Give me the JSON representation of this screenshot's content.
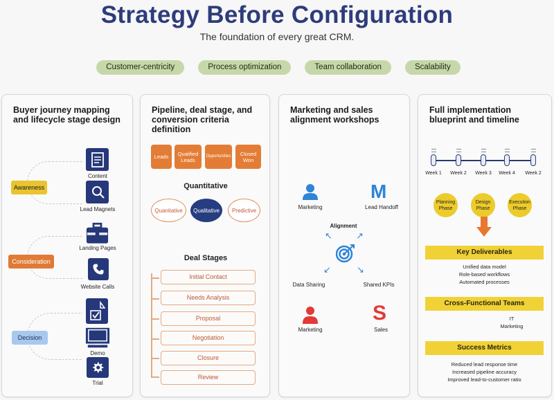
{
  "header": {
    "title": "Strategy Before Configuration",
    "subtitle": "The foundation of every great CRM."
  },
  "pills": [
    "Customer-centricity",
    "Process optimization",
    "Team collaboration",
    "Scalability"
  ],
  "panels": {
    "journey": {
      "title": "Buyer journey mapping and lifecycle stage design",
      "stages": [
        "Awareness",
        "Consideration",
        "Decision"
      ],
      "items": [
        "Content",
        "Lead Magnets",
        "Landing Pages",
        "Website Calls",
        "",
        "Demo",
        "Trial"
      ]
    },
    "pipeline": {
      "title": "Pipeline, deal stage, and conversion criteria definition",
      "funnel": [
        "Leads",
        "Qualified Leads",
        "Opportunities",
        "Closed Won"
      ],
      "quant_heading": "Quantitative",
      "ovals": [
        "Quanitative",
        "Qualitative",
        "Predictive"
      ],
      "deal_heading": "Deal Stages",
      "deal_stages": [
        "Initial Contact",
        "Needs Analysis",
        "Proposal",
        "Negotiation",
        "Closure",
        "Review"
      ]
    },
    "alignment": {
      "title": "Marketing and sales alignment workshops",
      "top_left": "Marketing",
      "top_right": "Lead Handoff",
      "center": "Alignment",
      "bottom_left_label": "Data Sharing",
      "bottom_right_label": "Shared KPIs",
      "bottom_left": "Marketing",
      "bottom_right": "Sales",
      "icon_m": "M",
      "icon_s": "S"
    },
    "blueprint": {
      "title": "Full implementation blueprint and timeline",
      "weeks": [
        "Week 1",
        "Week 2",
        "Week 3",
        "Week 4",
        "Week 2"
      ],
      "phases": [
        "Planning Phase",
        "Design Phase",
        "Execution Phase"
      ],
      "deliverables_title": "Key Deliverables",
      "deliverables": [
        "Unified data model",
        "Role-based workflows",
        "Automated processes"
      ],
      "teams_title": "Cross-Functional Teams",
      "teams": [
        "IT",
        "Marketing"
      ],
      "metrics_title": "Success Metrics",
      "metrics": [
        "Reduced lead response time",
        "Increased pipeline accuracy",
        "Improved lead-to-customer ratio"
      ]
    }
  },
  "colors": {
    "title": "#2e3c7a",
    "pill": "#c6d8a9",
    "navy": "#26387a",
    "orange": "#e37d36",
    "yellow": "#eccb2d",
    "blue": "#2e84d6",
    "red": "#e33a36"
  }
}
